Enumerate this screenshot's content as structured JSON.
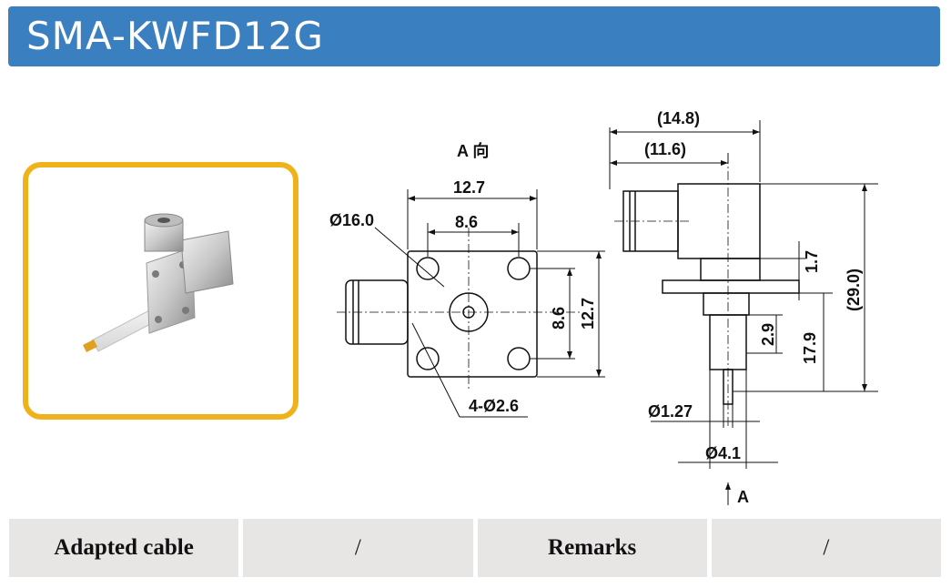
{
  "header": {
    "title": "SMA-KWFD12G"
  },
  "drawing": {
    "view_label": "A 向",
    "front": {
      "width_outer": "12.7",
      "width_inner": "8.6",
      "diameter": "Ø16.0",
      "height_inner": "8.6",
      "height_outer": "12.7",
      "holes": "4-Ø2.6"
    },
    "side": {
      "len_total": "(14.8)",
      "len_body": "(11.6)",
      "flange": "1.7",
      "height_total": "(29.0)",
      "pin_step": "2.9",
      "pin_len": "17.9",
      "pin_dia": "Ø1.27",
      "insulator_dia": "Ø4.1",
      "arrow_label": "A"
    }
  },
  "table": {
    "cable_label": "Adapted cable",
    "cable_value": "/",
    "remarks_label": "Remarks",
    "remarks_value": "/"
  }
}
